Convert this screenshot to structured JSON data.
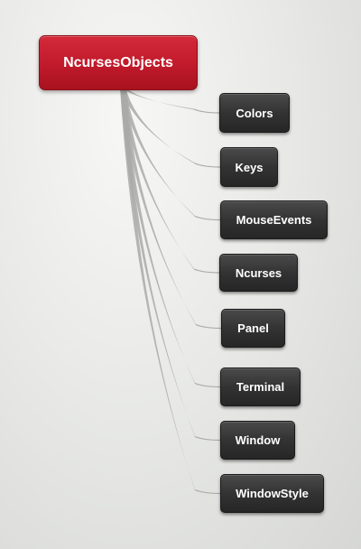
{
  "diagram": {
    "root": {
      "label": "NcursesObjects",
      "color": "#c01a2b"
    },
    "children": [
      {
        "label": "Colors"
      },
      {
        "label": "Keys"
      },
      {
        "label": "MouseEvents"
      },
      {
        "label": "Ncurses"
      },
      {
        "label": "Panel"
      },
      {
        "label": "Terminal"
      },
      {
        "label": "Window"
      },
      {
        "label": "WindowStyle"
      }
    ],
    "node_color": "#333333",
    "link_color": "#a9aaa8"
  }
}
